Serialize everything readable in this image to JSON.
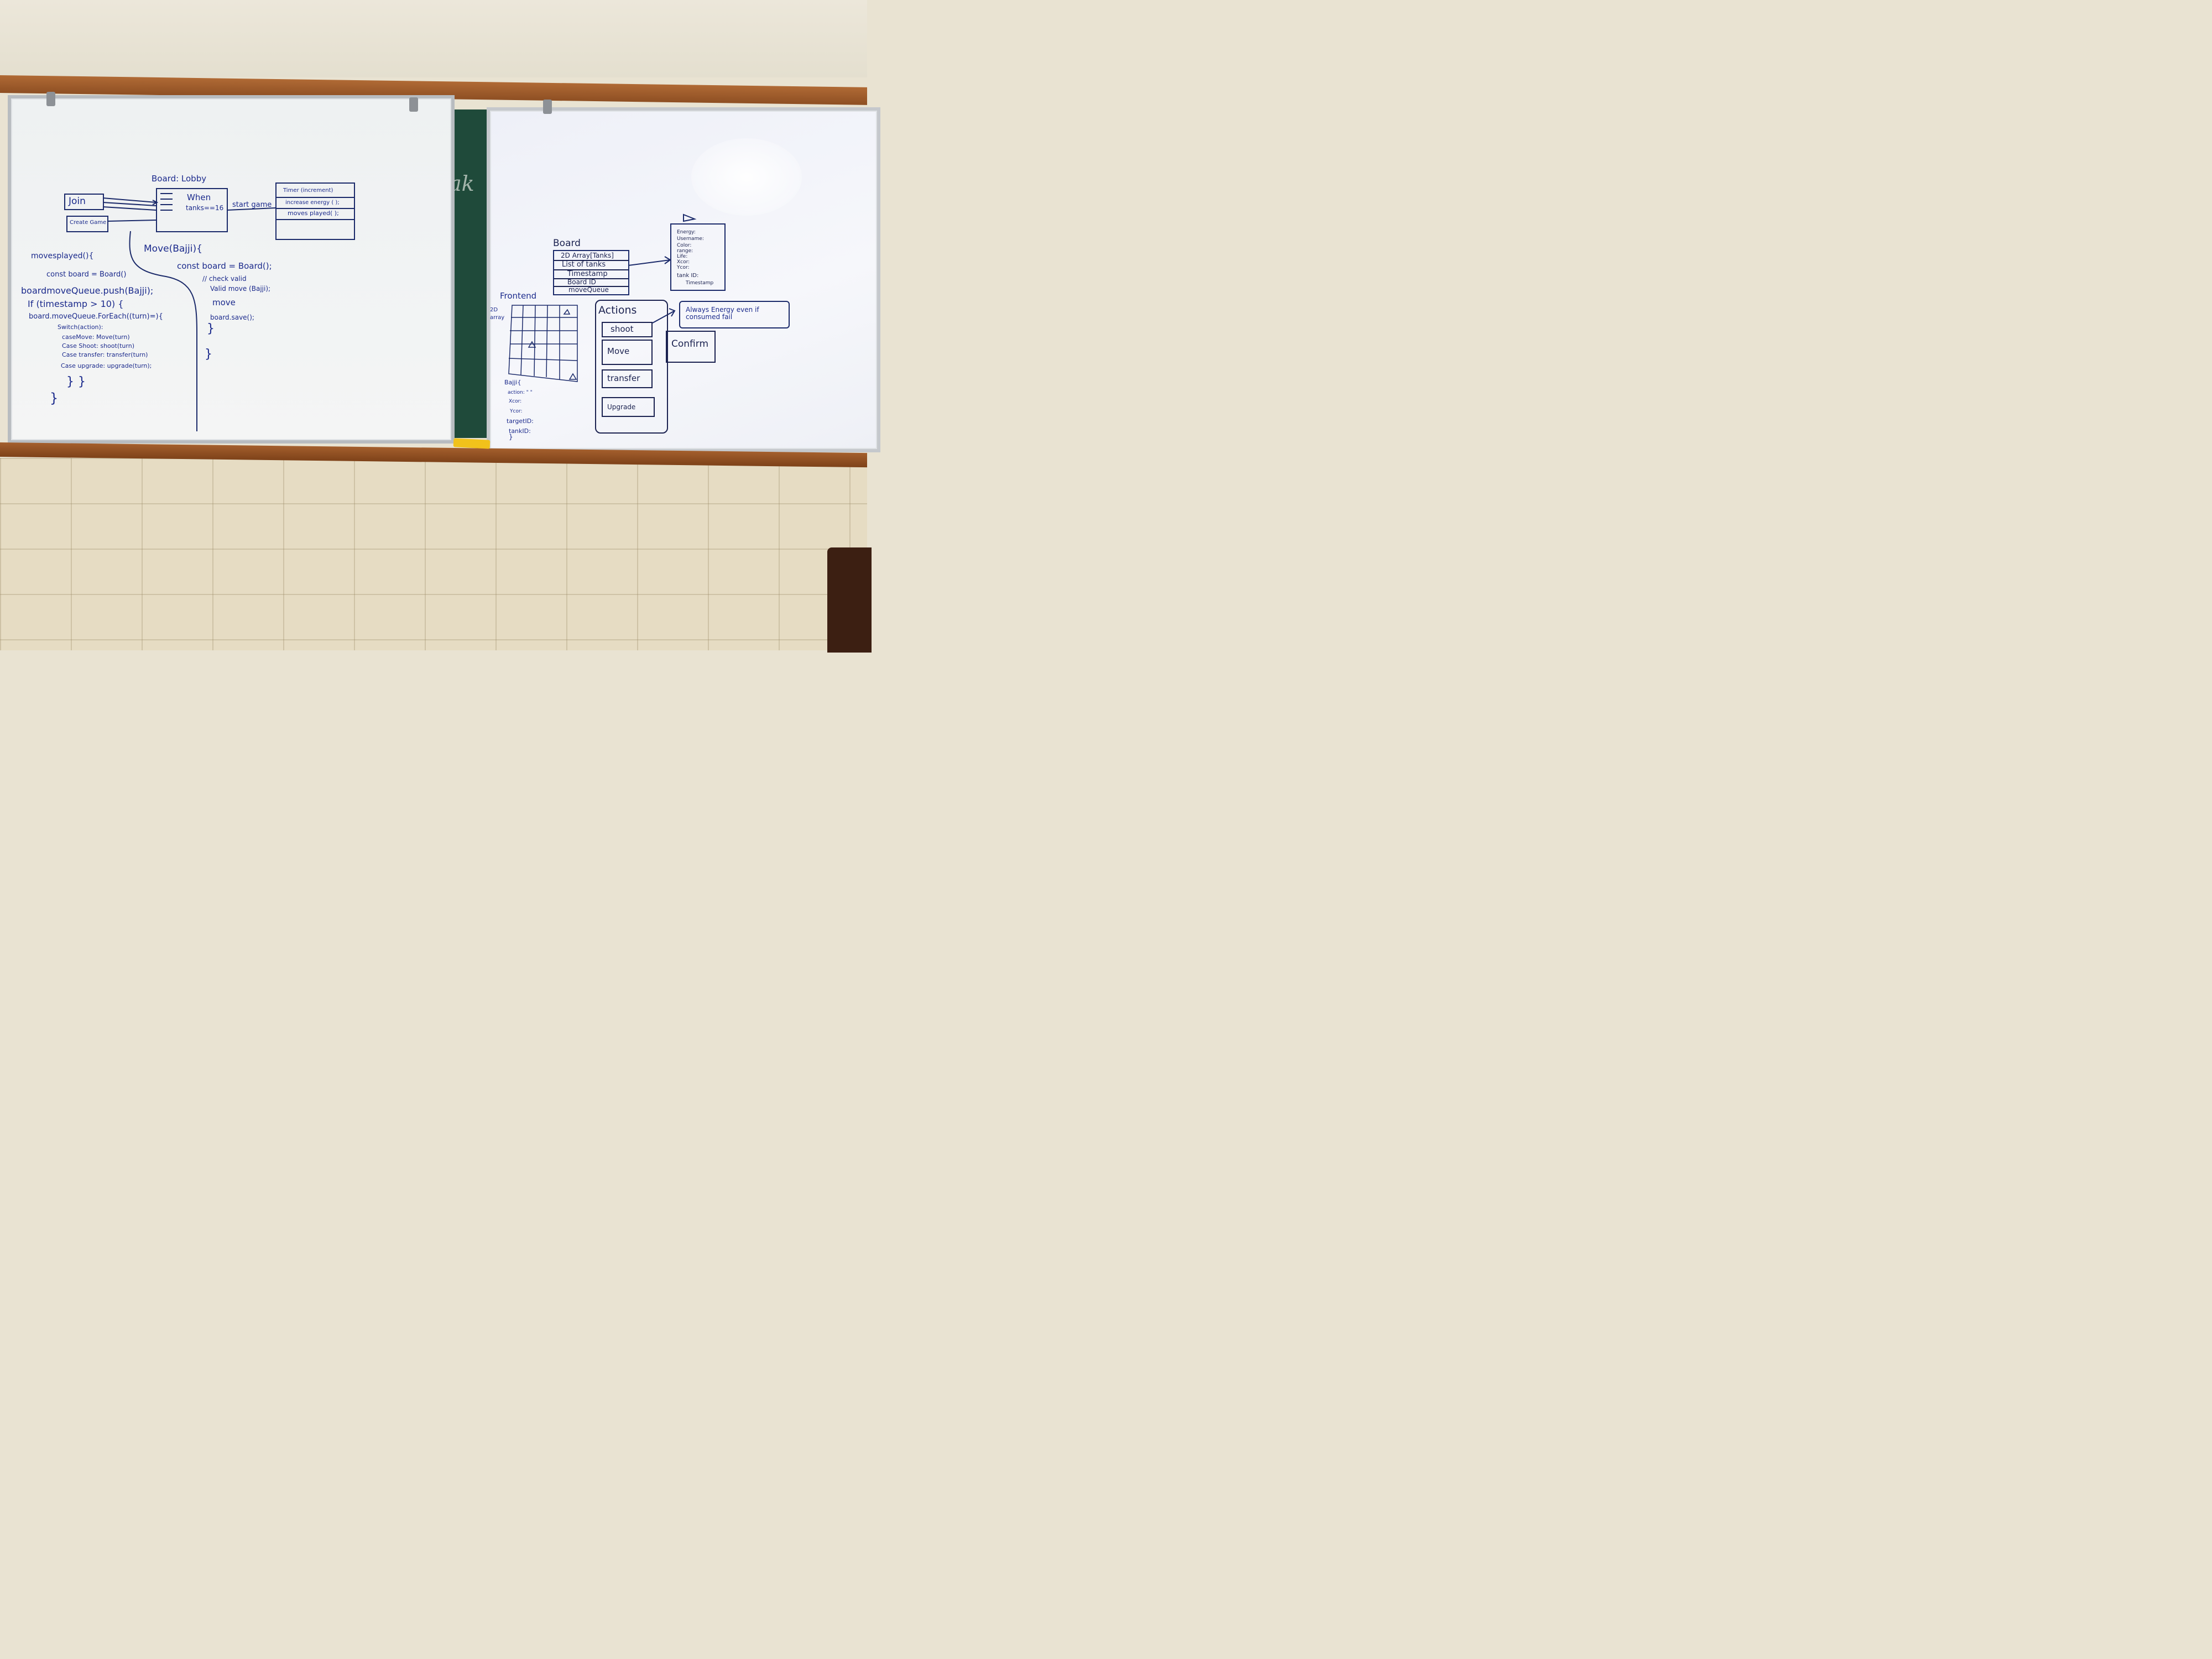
{
  "left_board": {
    "lobby_title": "Board: Lobby",
    "join": "Join",
    "create_game": "Create Game",
    "when": "When",
    "tanks_cond": "tanks==16",
    "start_game": "start game",
    "timer_box": [
      "Timer (increment)",
      "increase energy ( );",
      "moves played( );"
    ],
    "moves_played_func": [
      "movesplayed(){",
      "const board = Board()",
      "boardmoveQueue.push(Bajji);",
      "If (timestamp > 10) {",
      "board.moveQueue.ForEach((turn)=){",
      "Switch(action):",
      "caseMove: Move(turn)",
      "Case Shoot: shoot(turn)",
      "Case transfer: transfer(turn)",
      "Case upgrade: upgrade(turn);",
      "}  }",
      "}"
    ],
    "move_func": [
      "Move(Bajji){",
      "const board = Board();",
      "// check valid",
      "Valid move (Bajji);",
      "move",
      "board.save();",
      "}",
      "}"
    ]
  },
  "right_board": {
    "board_title": "Board",
    "board_fields": [
      "2D Array[Tanks]",
      "List of tanks",
      "Timestamp",
      "Board ID",
      "moveQueue"
    ],
    "tank_fields": [
      "Energy:",
      "Username:",
      "Color:",
      "range:",
      "Life:",
      "Xcor:",
      "Ycor:",
      "tank ID:",
      "Timestamp"
    ],
    "frontend_title": "Frontend",
    "array_label": "2D\narray",
    "bajji_obj": [
      "Bajji{",
      "action: \"  \"",
      "Xcor:",
      "Ycor:",
      "targetID:",
      "tankID:",
      "}"
    ],
    "actions_title": "Actions",
    "actions": [
      "shoot",
      "Move",
      "transfer",
      "Upgrade"
    ],
    "always_energy": "Always Energy even if consumed fail",
    "confirm": "Confirm"
  },
  "chalkboard": {
    "text": "ak"
  }
}
